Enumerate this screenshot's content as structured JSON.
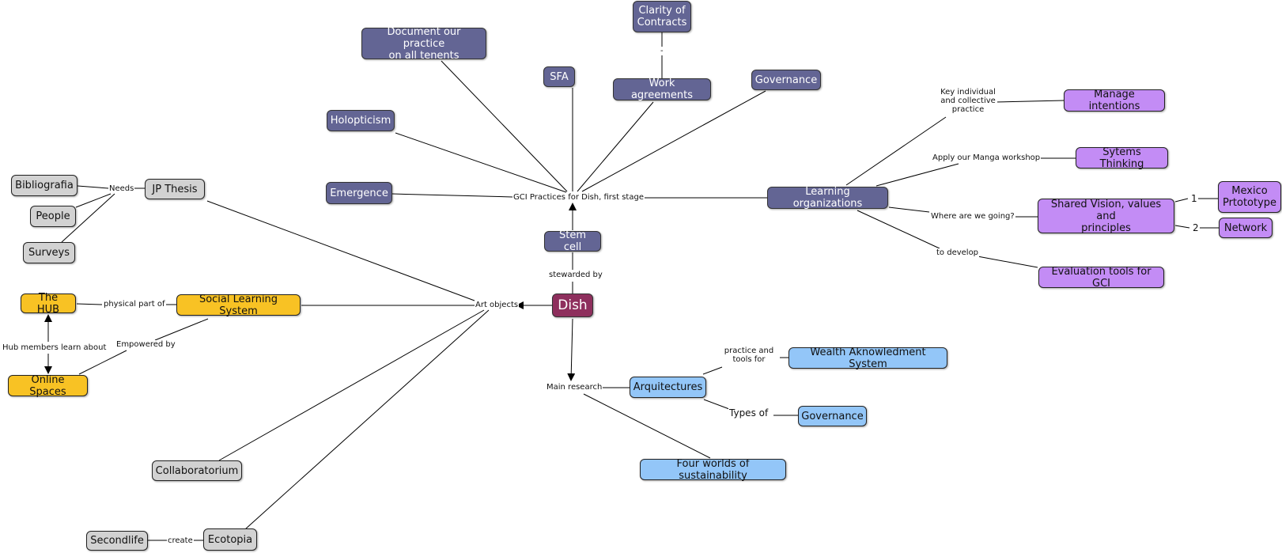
{
  "nodes": {
    "dish": "Dish",
    "stem_cell": "Stem cell",
    "sfa": "SFA",
    "clarity": "Clarity of\nContracts",
    "work_agreements": "Work agreements",
    "document_practice": "Document our practice\non all tenents",
    "governance_top": "Governance",
    "holopticism": "Holopticism",
    "emergence": "Emergence",
    "learning_orgs": "Learning organizations",
    "manage_intentions": "Manage intentions",
    "systems_thinking": "Sytems Thinking",
    "shared_vision": "Shared Vision, values and\nprinciples",
    "mexico": "Mexico\nPrtototype",
    "network": "Network",
    "evaluation_tools": "Evaluation tools for GCI",
    "arquitectures": "Arquitectures",
    "wealth": "Wealth Aknowledment System",
    "governance_blue": "Governance",
    "four_worlds": "Four worlds of sustainability",
    "social_learning": "Social Learning System",
    "the_hub": "The HUB",
    "online_spaces": "Online Spaces",
    "jp_thesis": "JP  Thesis",
    "bibliografia": "Bibliografia",
    "people": "People",
    "surveys": "Surveys",
    "collaboratorium": "Collaboratorium",
    "ecotopia": "Ecotopia",
    "secondlife": "Secondlife"
  },
  "links": {
    "gci_practices": "GCI Practices for Dish, first stage",
    "stewarded_by": "stewarded by",
    "key_practice": "Key individual\nand collective\npractice",
    "apply_manga": "Apply our Manga workshop",
    "where_going": "Where are we going?",
    "to_develop": "to develop",
    "one": "1",
    "two": "2",
    "main_research": "Main research",
    "practice_tools": "practice and\ntools for",
    "types_of": "Types of",
    "art_objects": "Art objects",
    "physical_part": "physical part of",
    "empowered_by": "Empowered by",
    "hub_members": "Hub members learn about",
    "needs": "Needs",
    "create": "create",
    "dash": "-"
  }
}
